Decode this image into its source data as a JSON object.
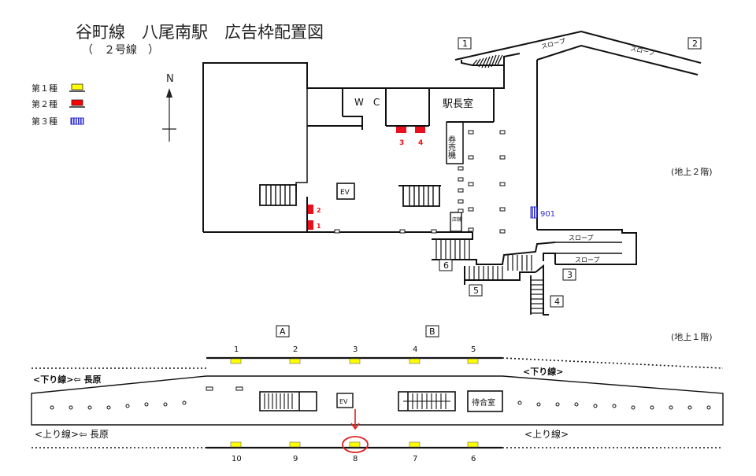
{
  "header": {
    "title": "谷町線　八尾南駅　広告枠配置図",
    "subtitle": "（　２号線　）"
  },
  "legend": {
    "compass": "N",
    "items": [
      {
        "label": "第１種",
        "color": "#ffff00",
        "style": "solid"
      },
      {
        "label": "第２種",
        "color": "#ff0000",
        "style": "solid"
      },
      {
        "label": "第３種",
        "color": "#2b2bd6",
        "style": "striped"
      }
    ]
  },
  "floor2": {
    "label": "(地上２階)",
    "rooms": {
      "wc": "W　C",
      "station_master": "駅長室",
      "ticket_machine": "券売機",
      "ev": "EV",
      "store": "店舗"
    },
    "slope_labels": [
      "スロープ",
      "スロープ",
      "スロープ",
      "スロープ"
    ],
    "exits": [
      "1",
      "2",
      "3",
      "4",
      "5",
      "6"
    ],
    "ad_numbers": [
      "1",
      "2",
      "3",
      "4"
    ],
    "ad_901": "901"
  },
  "floor1": {
    "label": "(地上１階)",
    "area_labels": [
      "A",
      "B"
    ],
    "ads_top": [
      "1",
      "2",
      "3",
      "4",
      "5"
    ],
    "ads_bottom": [
      "10",
      "9",
      "8",
      "7",
      "6"
    ],
    "ev": "EV",
    "waiting_room": "待合室",
    "down_left": "<下り線>⇦ 長原",
    "down_right": "<下り線>",
    "up_left": "<上り線>⇦ 長原",
    "up_right": "<上り線>"
  },
  "highlight": {
    "target": "8",
    "color": "#e02020"
  }
}
